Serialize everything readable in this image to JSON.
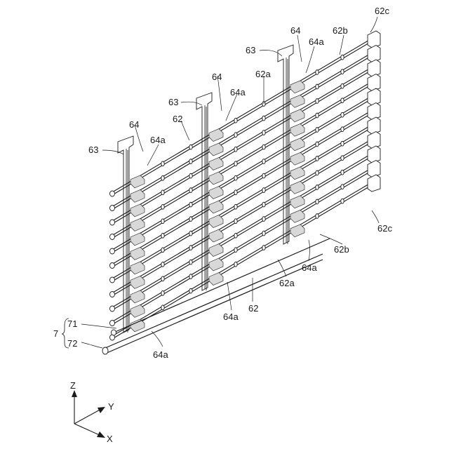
{
  "colors": {
    "line": "#1a1a1a",
    "background": "#ffffff",
    "shade": "#d8d8d8"
  },
  "labels": {
    "l62c_top": "62c",
    "l62c_bottom": "62c",
    "l64_right": "64",
    "l64a_right": "64a",
    "l62b_top": "62b",
    "l63_right": "63",
    "l64_mid": "64",
    "l62a_top": "62a",
    "l63_mid": "63",
    "l64a_mid": "64a",
    "l62_top": "62",
    "l64_left": "64",
    "l64a_left": "64a",
    "l63_left": "63",
    "l62b_bottom": "62b",
    "l64a_bottom_right": "64a",
    "l62a_bottom": "62a",
    "l64a_bottom_mid": "64a",
    "l62_bottom": "62",
    "l64a_bottom_left": "64a",
    "l7": "7",
    "l71": "71",
    "l72": "72"
  },
  "axes": {
    "z": "Z",
    "y": "Y",
    "x": "X"
  }
}
